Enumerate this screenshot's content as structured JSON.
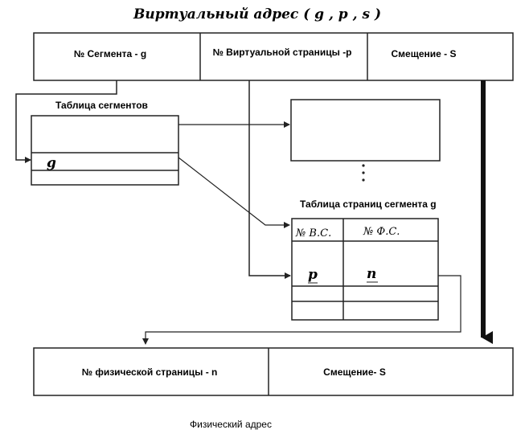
{
  "title": "Виртуальный адрес ( g , p , s )",
  "virtual_address": {
    "segment": "№ Сегмента - g",
    "page": "№ Виртуальной страницы -p",
    "offset": "Смещение - S"
  },
  "segment_table": {
    "label": "Таблица сегментов",
    "row_value": "g"
  },
  "ellipsis": "⋮",
  "page_table": {
    "label": "Таблица страниц сегмента g",
    "col_virtual": "№ В.С.",
    "col_physical": "№ Ф.С.",
    "row_virtual": "p",
    "row_physical": "n"
  },
  "physical_address": {
    "page": "№ физической страницы - n",
    "offset": "Смещение- S",
    "caption": "Физический адрес"
  }
}
